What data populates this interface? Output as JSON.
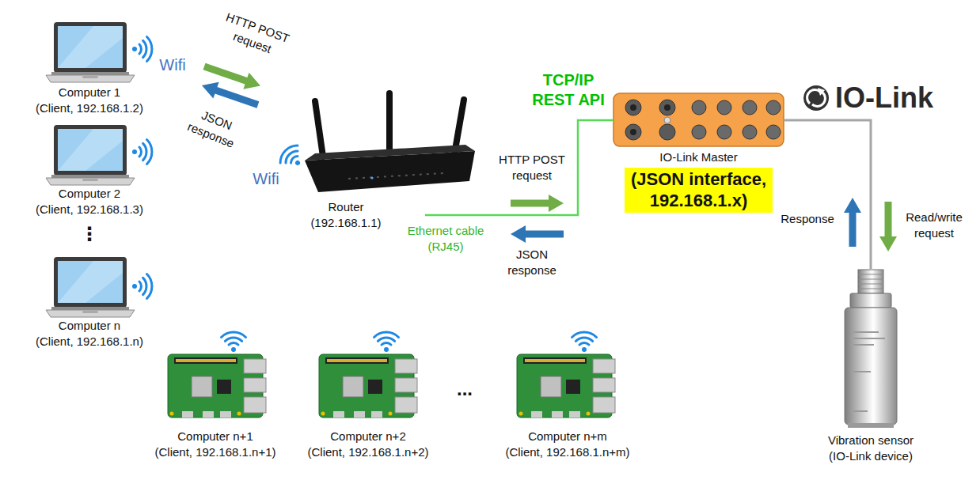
{
  "diagram": {
    "nodes": [
      {
        "text": [
          "Computer 1 (Client, 192.168.1.2)"
        ]
      },
      {
        "text": [
          "Computer 2 (Client, 192.168.1.3)"
        ]
      },
      {
        "text": [
          "Computer n (Client, 192.168.1.n)"
        ]
      },
      {
        "text": [
          "Router (192.168.1.1)"
        ]
      },
      {
        "text": [
          "IO-Link Master",
          "(JSON interface, 192.168.1.x)"
        ]
      },
      {
        "text": [
          "Vibration sensor (IO-Link device)"
        ]
      },
      {
        "text": [
          "Computer n+1 (Client, 192.168.1.n+1)"
        ]
      },
      {
        "text": [
          "Computer n+2 (Client, 192.168.1.n+2)"
        ]
      },
      {
        "text": [
          "Computer n+m (Client, 192.168.1.n+m)"
        ]
      }
    ],
    "edges": [
      {
        "from": 3,
        "to": 4,
        "label": "Ethernet cable (RJ45)",
        "arrow": "none"
      },
      {
        "from": 4,
        "to": 5,
        "arrow": "none"
      }
    ],
    "labels": [
      "Wifi",
      "HTTP POST request",
      "JSON response",
      "Wifi",
      "⋮",
      "TCP/IP REST API",
      "HTTP POST request",
      "JSON response",
      "IO-Link",
      "Response",
      "Read/write request",
      "..."
    ]
  }
}
